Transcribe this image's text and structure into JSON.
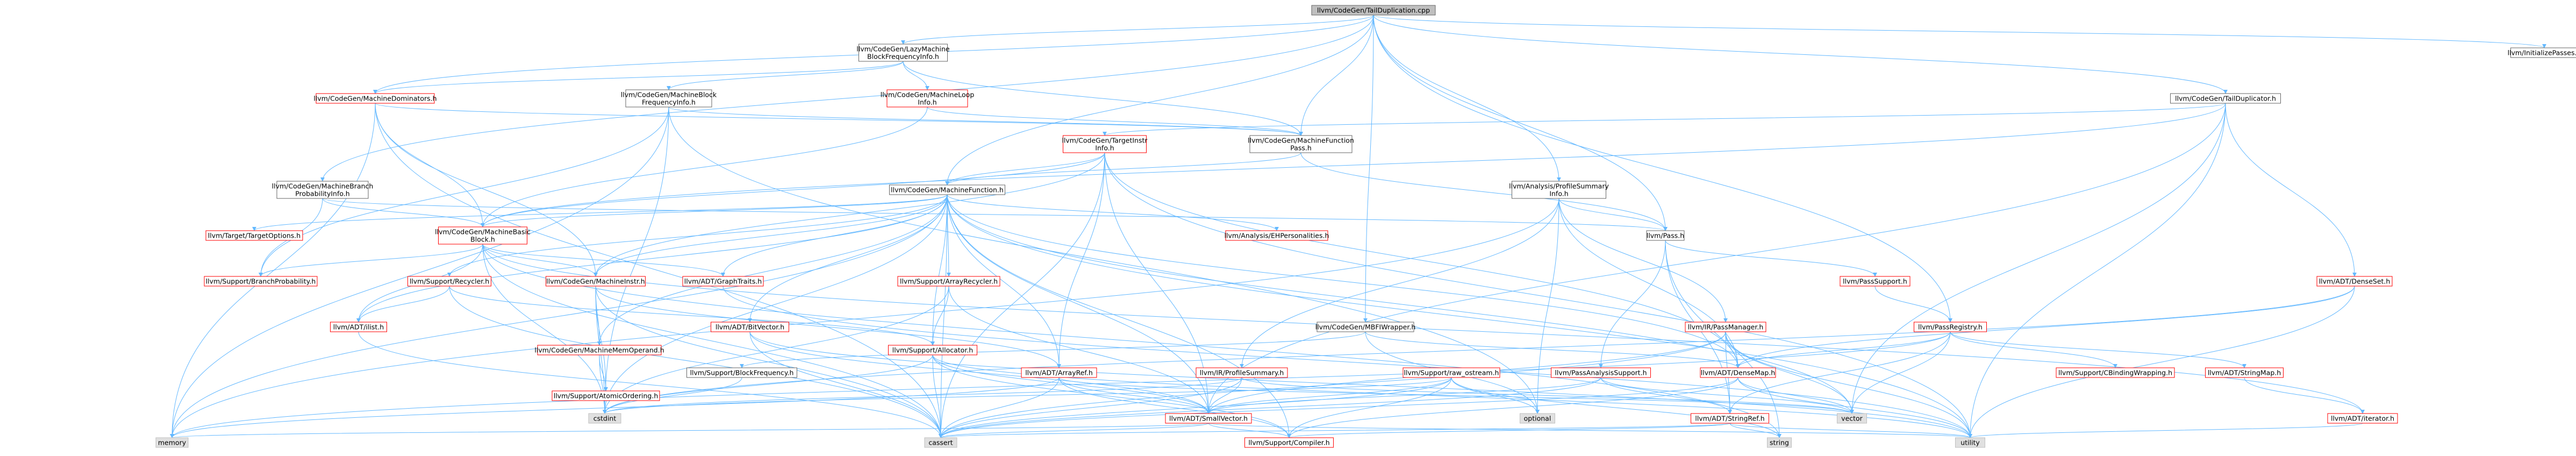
{
  "colors": {
    "edge": "#63b8ff",
    "box_stroke_default": "#666666",
    "box_stroke_red": "#ff0000",
    "box_fill": "#ffffff",
    "box_fill_root": "#bfbfbf",
    "box_fill_leaf": "#e0e0e0"
  },
  "nodes": [
    {
      "id": "root",
      "lines": [
        "llvm/CodeGen/TailDuplication.cpp"
      ],
      "style": "root"
    },
    {
      "id": "lazymbfi",
      "lines": [
        "llvm/CodeGen/LazyMachine",
        "BlockFrequencyInfo.h"
      ],
      "style": "default"
    },
    {
      "id": "initpasses",
      "lines": [
        "llvm/InitializePasses.h"
      ],
      "style": "default"
    },
    {
      "id": "machinedom",
      "lines": [
        "llvm/CodeGen/MachineDominators.h"
      ],
      "style": "red"
    },
    {
      "id": "mbfi",
      "lines": [
        "llvm/CodeGen/MachineBlock",
        "FrequencyInfo.h"
      ],
      "style": "default"
    },
    {
      "id": "mli",
      "lines": [
        "llvm/CodeGen/MachineLoop",
        "Info.h"
      ],
      "style": "red"
    },
    {
      "id": "tailduplicator",
      "lines": [
        "llvm/CodeGen/TailDuplicator.h"
      ],
      "style": "default"
    },
    {
      "id": "targetinstrinfo",
      "lines": [
        "llvm/CodeGen/TargetInstr",
        "Info.h"
      ],
      "style": "red"
    },
    {
      "id": "mfpass",
      "lines": [
        "llvm/CodeGen/MachineFunction",
        "Pass.h"
      ],
      "style": "default"
    },
    {
      "id": "mbpi",
      "lines": [
        "llvm/CodeGen/MachineBranch",
        "ProbabilityInfo.h"
      ],
      "style": "default"
    },
    {
      "id": "machinefunction",
      "lines": [
        "llvm/CodeGen/MachineFunction.h"
      ],
      "style": "default"
    },
    {
      "id": "profsummaryinfo",
      "lines": [
        "llvm/Analysis/ProfileSummary",
        "Info.h"
      ],
      "style": "default"
    },
    {
      "id": "targetoptions",
      "lines": [
        "llvm/Target/TargetOptions.h"
      ],
      "style": "red"
    },
    {
      "id": "mbb",
      "lines": [
        "llvm/CodeGen/MachineBasic",
        "Block.h"
      ],
      "style": "red"
    },
    {
      "id": "ehpersonalities",
      "lines": [
        "llvm/Analysis/EHPersonalities.h"
      ],
      "style": "red"
    },
    {
      "id": "passh",
      "lines": [
        "llvm/Pass.h"
      ],
      "style": "default"
    },
    {
      "id": "densesetset",
      "lines": [
        "llvm/ADT/DenseSet.h"
      ],
      "style": "red"
    },
    {
      "id": "branchprob",
      "lines": [
        "llvm/Support/BranchProbability.h"
      ],
      "style": "red"
    },
    {
      "id": "recycler",
      "lines": [
        "llvm/Support/Recycler.h"
      ],
      "style": "red"
    },
    {
      "id": "machineinstr",
      "lines": [
        "llvm/CodeGen/MachineInstr.h"
      ],
      "style": "red"
    },
    {
      "id": "graphtraits",
      "lines": [
        "llvm/ADT/GraphTraits.h"
      ],
      "style": "red"
    },
    {
      "id": "passsupport",
      "lines": [
        "llvm/PassSupport.h"
      ],
      "style": "red"
    },
    {
      "id": "ilist",
      "lines": [
        "llvm/ADT/ilist.h"
      ],
      "style": "red"
    },
    {
      "id": "bitvector",
      "lines": [
        "llvm/ADT/BitVector.h"
      ],
      "style": "red"
    },
    {
      "id": "arrayrecycler",
      "lines": [
        "llvm/Support/ArrayRecycler.h"
      ],
      "style": "red"
    },
    {
      "id": "mbfiwrapper",
      "lines": [
        "llvm/CodeGen/MBFIWrapper.h"
      ],
      "style": "default"
    },
    {
      "id": "passmanager",
      "lines": [
        "llvm/IR/PassManager.h"
      ],
      "style": "red"
    },
    {
      "id": "passregistry",
      "lines": [
        "llvm/PassRegistry.h"
      ],
      "style": "red"
    },
    {
      "id": "machineoperand",
      "lines": [
        "llvm/CodeGen/MachineMemOperand.h"
      ],
      "style": "red"
    },
    {
      "id": "allocator",
      "lines": [
        "llvm/Support/Allocator.h"
      ],
      "style": "red"
    },
    {
      "id": "blockfreq",
      "lines": [
        "llvm/Support/BlockFrequency.h"
      ],
      "style": "default"
    },
    {
      "id": "arrayref",
      "lines": [
        "llvm/ADT/ArrayRef.h"
      ],
      "style": "red"
    },
    {
      "id": "profilesummary",
      "lines": [
        "llvm/IR/ProfileSummary.h"
      ],
      "style": "red"
    },
    {
      "id": "rawostream",
      "lines": [
        "llvm/Support/raw_ostream.h"
      ],
      "style": "red"
    },
    {
      "id": "passanalysissupport",
      "lines": [
        "llvm/PassAnalysisSupport.h"
      ],
      "style": "red"
    },
    {
      "id": "densemap",
      "lines": [
        "llvm/ADT/DenseMap.h"
      ],
      "style": "red"
    },
    {
      "id": "cbindingwrapping",
      "lines": [
        "llvm/Support/CBindingWrapping.h"
      ],
      "style": "red"
    },
    {
      "id": "stringmap",
      "lines": [
        "llvm/ADT/StringMap.h"
      ],
      "style": "red"
    },
    {
      "id": "atomicordering",
      "lines": [
        "llvm/Support/AtomicOrdering.h"
      ],
      "style": "red"
    },
    {
      "id": "cstdint",
      "lines": [
        "cstdint"
      ],
      "style": "leaf"
    },
    {
      "id": "smallvector",
      "lines": [
        "llvm/ADT/SmallVector.h"
      ],
      "style": "red"
    },
    {
      "id": "optional",
      "lines": [
        "optional"
      ],
      "style": "leaf"
    },
    {
      "id": "stringref",
      "lines": [
        "llvm/ADT/StringRef.h"
      ],
      "style": "red"
    },
    {
      "id": "vector",
      "lines": [
        "vector"
      ],
      "style": "leaf"
    },
    {
      "id": "iterator",
      "lines": [
        "llvm/ADT/iterator.h"
      ],
      "style": "red"
    },
    {
      "id": "memory",
      "lines": [
        "memory"
      ],
      "style": "leaf"
    },
    {
      "id": "cassert",
      "lines": [
        "cassert"
      ],
      "style": "leaf"
    },
    {
      "id": "compiler",
      "lines": [
        "llvm/Support/Compiler.h"
      ],
      "style": "red"
    },
    {
      "id": "string",
      "lines": [
        "string"
      ],
      "style": "leaf"
    },
    {
      "id": "utility",
      "lines": [
        "utility"
      ],
      "style": "leaf"
    }
  ],
  "edges": [
    [
      "root",
      "lazymbfi"
    ],
    [
      "root",
      "initpasses"
    ],
    [
      "root",
      "machinedom"
    ],
    [
      "root",
      "tailduplicator"
    ],
    [
      "root",
      "mfpass"
    ],
    [
      "root",
      "mbpi"
    ],
    [
      "root",
      "machinefunction"
    ],
    [
      "root",
      "profsummaryinfo"
    ],
    [
      "root",
      "passh"
    ],
    [
      "root",
      "mbfiwrapper"
    ],
    [
      "root",
      "passregistry"
    ],
    [
      "lazymbfi",
      "machinedom"
    ],
    [
      "lazymbfi",
      "mbfi"
    ],
    [
      "lazymbfi",
      "mli"
    ],
    [
      "lazymbfi",
      "mfpass"
    ],
    [
      "machinedom",
      "mbb"
    ],
    [
      "machinedom",
      "mfpass"
    ],
    [
      "machinedom",
      "machineinstr"
    ],
    [
      "machinedom",
      "memory"
    ],
    [
      "machinedom",
      "cassert"
    ],
    [
      "mbfi",
      "mfpass"
    ],
    [
      "mbfi",
      "branchprob"
    ],
    [
      "mbfi",
      "cstdint"
    ],
    [
      "mbfi",
      "memory"
    ],
    [
      "mbfi",
      "optional"
    ],
    [
      "mli",
      "mfpass"
    ],
    [
      "mli",
      "mbb"
    ],
    [
      "tailduplicator",
      "targetinstrinfo"
    ],
    [
      "tailduplicator",
      "densesetset"
    ],
    [
      "tailduplicator",
      "mbb"
    ],
    [
      "tailduplicator",
      "vector"
    ],
    [
      "tailduplicator",
      "utility"
    ],
    [
      "tailduplicator",
      "smallvector"
    ],
    [
      "targetinstrinfo",
      "mbb"
    ],
    [
      "targetinstrinfo",
      "machinefunction"
    ],
    [
      "targetinstrinfo",
      "machineinstr"
    ],
    [
      "targetinstrinfo",
      "arrayref"
    ],
    [
      "targetinstrinfo",
      "densemap"
    ],
    [
      "targetinstrinfo",
      "smallvector"
    ],
    [
      "targetinstrinfo",
      "cassert"
    ],
    [
      "targetinstrinfo",
      "utility"
    ],
    [
      "mfpass",
      "machinefunction"
    ],
    [
      "mfpass",
      "passh"
    ],
    [
      "mbpi",
      "mbb"
    ],
    [
      "mbpi",
      "branchprob"
    ],
    [
      "mbpi",
      "passh"
    ],
    [
      "machinefunction",
      "mbb"
    ],
    [
      "machinefunction",
      "targetoptions"
    ],
    [
      "machinefunction",
      "ehpersonalities"
    ],
    [
      "machinefunction",
      "recycler"
    ],
    [
      "machinefunction",
      "machineinstr"
    ],
    [
      "machinefunction",
      "graphtraits"
    ],
    [
      "machinefunction",
      "ilist"
    ],
    [
      "machinefunction",
      "bitvector"
    ],
    [
      "machinefunction",
      "arrayrecycler"
    ],
    [
      "machinefunction",
      "machineoperand"
    ],
    [
      "machinefunction",
      "allocator"
    ],
    [
      "machinefunction",
      "arrayref"
    ],
    [
      "machinefunction",
      "densemap"
    ],
    [
      "machinefunction",
      "smallvector"
    ],
    [
      "machinefunction",
      "cassert"
    ],
    [
      "machinefunction",
      "cstdint"
    ],
    [
      "machinefunction",
      "memory"
    ],
    [
      "machinefunction",
      "utility"
    ],
    [
      "machinefunction",
      "vector"
    ],
    [
      "machinefunction",
      "compiler"
    ],
    [
      "profsummaryinfo",
      "passh"
    ],
    [
      "profsummaryinfo",
      "passmanager"
    ],
    [
      "profsummaryinfo",
      "profilesummary"
    ],
    [
      "profsummaryinfo",
      "densemap"
    ],
    [
      "profsummaryinfo",
      "optional"
    ],
    [
      "profsummaryinfo",
      "memory"
    ],
    [
      "mbb",
      "branchprob"
    ],
    [
      "mbb",
      "machineinstr"
    ],
    [
      "mbb",
      "graphtraits"
    ],
    [
      "mbb",
      "ilist"
    ],
    [
      "mbb",
      "cassert"
    ],
    [
      "mbb",
      "cstdint"
    ],
    [
      "mbb",
      "string"
    ],
    [
      "mbb",
      "iterator"
    ],
    [
      "passh",
      "passsupport"
    ],
    [
      "passh",
      "passanalysissupport"
    ],
    [
      "passh",
      "stringref"
    ],
    [
      "passh",
      "string"
    ],
    [
      "densesetset",
      "densemap"
    ],
    [
      "densesetset",
      "utility"
    ],
    [
      "densesetset",
      "cstdint"
    ],
    [
      "recycler",
      "ilist"
    ],
    [
      "recycler",
      "allocator"
    ],
    [
      "recycler",
      "cassert"
    ],
    [
      "machineinstr",
      "machineoperand"
    ],
    [
      "machineinstr",
      "atomicordering"
    ],
    [
      "machineinstr",
      "arrayref"
    ],
    [
      "machineinstr",
      "cassert"
    ],
    [
      "machineinstr",
      "cstdint"
    ],
    [
      "passsupport",
      "passregistry"
    ],
    [
      "passsupport",
      "passinfo"
    ],
    [
      "passregistry",
      "cbindingwrapping"
    ],
    [
      "passregistry",
      "stringmap"
    ],
    [
      "passregistry",
      "densemap"
    ],
    [
      "passregistry",
      "stringref"
    ],
    [
      "passregistry",
      "vector"
    ],
    [
      "passregistry",
      "memory"
    ],
    [
      "arrayrecycler",
      "allocator"
    ],
    [
      "arrayrecycler",
      "smallvector"
    ],
    [
      "arrayrecycler",
      "cstdint"
    ],
    [
      "mbfiwrapper",
      "blockfreq"
    ],
    [
      "mbfiwrapper",
      "densemap"
    ],
    [
      "mbfiwrapper",
      "optional"
    ],
    [
      "passmanager",
      "densemap"
    ],
    [
      "passmanager",
      "stringref"
    ],
    [
      "passmanager",
      "smallvector"
    ],
    [
      "passmanager",
      "vector"
    ],
    [
      "passmanager",
      "utility"
    ],
    [
      "passmanager",
      "cassert"
    ],
    [
      "allocator",
      "smallvector"
    ],
    [
      "allocator",
      "compiler"
    ],
    [
      "allocator",
      "cassert"
    ],
    [
      "allocator",
      "cstdint"
    ],
    [
      "allocator",
      "utility"
    ],
    [
      "blockfreq",
      "cstdint"
    ],
    [
      "arrayref",
      "smallvector"
    ],
    [
      "arrayref",
      "compiler"
    ],
    [
      "arrayref",
      "cassert"
    ],
    [
      "arrayref",
      "memory"
    ],
    [
      "arrayref",
      "vector"
    ],
    [
      "profilesummary",
      "smallvector"
    ],
    [
      "profilesummary",
      "cassert"
    ],
    [
      "profilesummary",
      "cstdint"
    ],
    [
      "profilesummary",
      "vector"
    ],
    [
      "rawostream",
      "smallvector"
    ],
    [
      "rawostream",
      "compiler"
    ],
    [
      "rawostream",
      "string"
    ],
    [
      "rawostream",
      "optional"
    ],
    [
      "rawostream",
      "cassert"
    ],
    [
      "rawostream",
      "cstdint"
    ],
    [
      "passanalysissupport",
      "smallvector"
    ],
    [
      "passanalysissupport",
      "stringref"
    ],
    [
      "passanalysissupport",
      "cassert"
    ],
    [
      "passanalysissupport",
      "vector"
    ],
    [
      "densemap",
      "compiler"
    ],
    [
      "densemap",
      "utility"
    ],
    [
      "densemap",
      "vector"
    ],
    [
      "densemap",
      "cassert"
    ],
    [
      "stringmap",
      "iterator"
    ],
    [
      "stringref",
      "compiler"
    ],
    [
      "stringref",
      "string"
    ],
    [
      "stringref",
      "utility"
    ],
    [
      "stringref",
      "cassert"
    ],
    [
      "smallvector",
      "compiler"
    ],
    [
      "smallvector",
      "cassert"
    ],
    [
      "smallvector",
      "memory"
    ],
    [
      "smallvector",
      "utility"
    ],
    [
      "iterator",
      "utility"
    ],
    [
      "bitvector",
      "smallvector"
    ],
    [
      "bitvector",
      "utility"
    ],
    [
      "bitvector",
      "cassert"
    ],
    [
      "ilist",
      "cassert"
    ],
    [
      "machineoperand",
      "atomicordering"
    ],
    [
      "machineoperand",
      "cstdint"
    ],
    [
      "graphtraits",
      "utility"
    ]
  ]
}
